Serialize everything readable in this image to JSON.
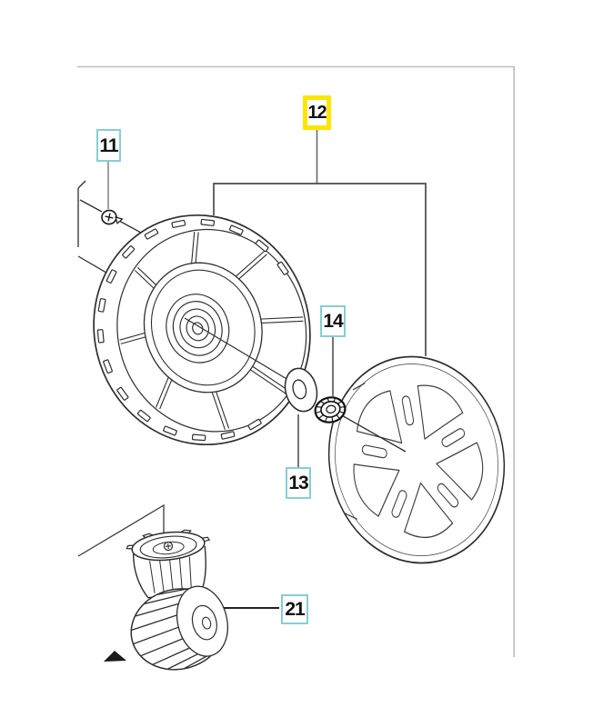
{
  "diagram": {
    "type": "exploded-parts-diagram",
    "callouts": {
      "c11": {
        "number": "11",
        "highlighted": false
      },
      "c12": {
        "number": "12",
        "highlighted": true
      },
      "c13": {
        "number": "13",
        "highlighted": false
      },
      "c14": {
        "number": "14",
        "highlighted": false
      },
      "c21": {
        "number": "21",
        "highlighted": false
      }
    },
    "colors": {
      "background": "#ffffff",
      "highlight_border": "#ffe400",
      "callout_border": "#85ced9",
      "frame_border": "#b7bcbf",
      "line": "#2e2e2e",
      "text": "#111111"
    }
  }
}
